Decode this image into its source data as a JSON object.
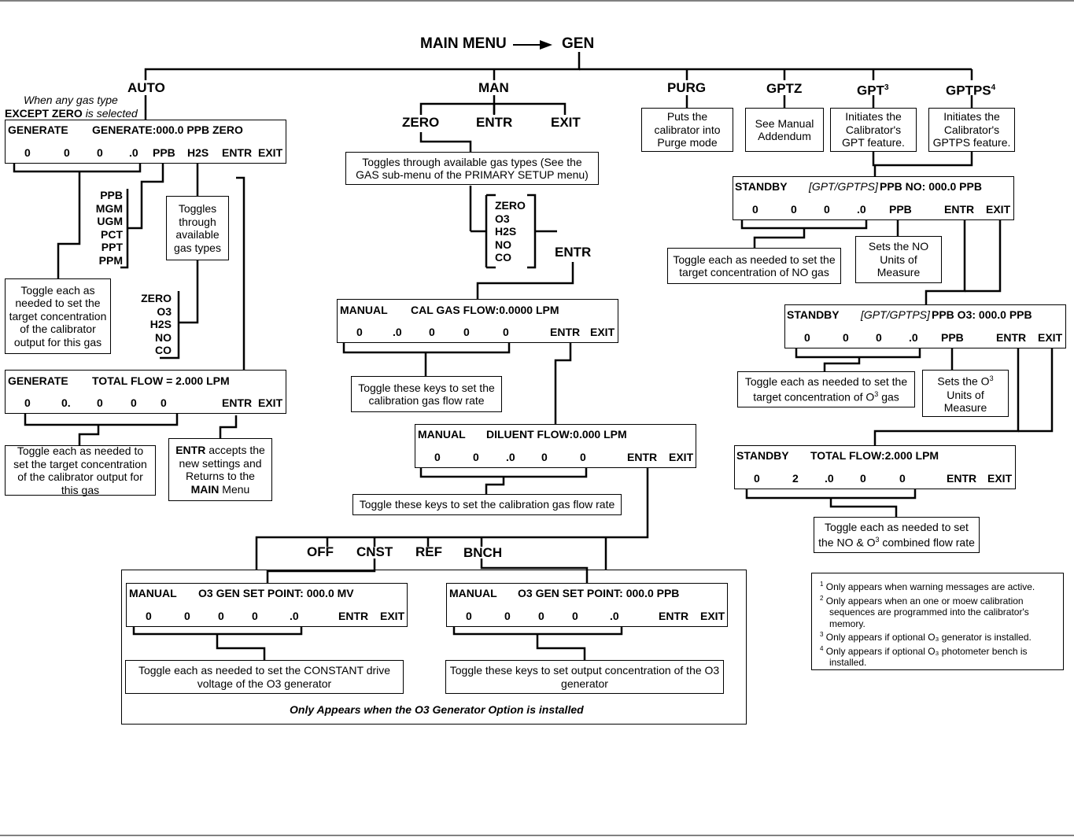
{
  "title": {
    "main_menu": "MAIN MENU",
    "gen": "GEN"
  },
  "branches": {
    "auto": "AUTO",
    "man": "MAN",
    "purg": "PURG",
    "gptz": "GPTZ",
    "gpt": "GPT",
    "gpt_sup": "3",
    "gptps": "GPTPS",
    "gptps_sup": "4"
  },
  "auto": {
    "note_line1": "When any gas type",
    "note_line2": "EXCEPT ZERO",
    "note_line3": "is selected",
    "screen1": {
      "left": "GENERATE",
      "right": "GENERATE:000.0 PPB  ZERO",
      "keys": [
        "0",
        "0",
        "0",
        ".0",
        "PPB",
        "H2S",
        "ENTR",
        "EXIT"
      ]
    },
    "units": [
      "PPB",
      "MGM",
      "UGM",
      "PCT",
      "PPT",
      "PPM"
    ],
    "gases": [
      "ZERO",
      "O3",
      "H2S",
      "NO",
      "CO"
    ],
    "toggle_gas": "Toggles through available gas types",
    "toggle_conc": "Toggle each as needed to set the target concentration of the calibrator output for this gas",
    "screen2": {
      "left": "GENERATE",
      "right": "TOTAL FLOW = 2.000 LPM",
      "keys": [
        "0",
        "0.",
        "0",
        "0",
        "0",
        "ENTR",
        "EXIT"
      ]
    },
    "toggle_conc2": "Toggle each as needed to set the target concentration of the calibrator output for this gas",
    "entr_bold": "ENTR",
    "entr_text1": " accepts the new settings and Returns to the ",
    "entr_main": "MAIN",
    "entr_text2": " Menu"
  },
  "man": {
    "sub": [
      "ZERO",
      "ENTR",
      "EXIT"
    ],
    "toggle_gas": "Toggles through available gas types (See the GAS sub-menu of the PRIMARY SETUP menu)",
    "gases": [
      "ZERO",
      "O3",
      "H2S",
      "NO",
      "CO"
    ],
    "entr": "ENTR",
    "screen1": {
      "left": "MANUAL",
      "right": "CAL GAS FLOW:0.0000 LPM",
      "keys": [
        "0",
        ".0",
        "0",
        "0",
        "0",
        "ENTR",
        "EXIT"
      ]
    },
    "toggle_flow": "Toggle these keys to set the calibration gas flow rate",
    "screen2": {
      "left": "MANUAL",
      "right": "DILUENT FLOW:0.000 LPM",
      "keys": [
        "0",
        "0",
        ".0",
        "0",
        "0",
        "ENTR",
        "EXIT"
      ]
    },
    "toggle_flow2": "Toggle these keys to set the calibration gas flow rate",
    "o3_opts": [
      "OFF",
      "CNST",
      "REF",
      "BNCH"
    ],
    "screen3": {
      "left": "MANUAL",
      "right": "O3 GEN SET POINT: 000.0 MV",
      "keys": [
        "0",
        "0",
        "0",
        "0",
        ".0",
        "ENTR",
        "EXIT"
      ]
    },
    "toggle_cnst": "Toggle each as needed to set the CONSTANT drive voltage of the O3 generator",
    "screen4": {
      "left": "MANUAL",
      "right": "O3 GEN SET POINT: 000.0 PPB",
      "keys": [
        "0",
        "0",
        "0",
        "0",
        ".0",
        "ENTR",
        "EXIT"
      ]
    },
    "toggle_out": "Toggle these keys to set output concentration of the O3 generator",
    "o3_note": "Only Appears when the O3 Generator Option is installed"
  },
  "purg_text": "Puts the calibrator into Purge mode",
  "gptz_text": "See Manual Addendum",
  "gpt_text": "Initiates the Calibrator's GPT feature.",
  "gptps_text": "Initiates the Calibrator's GPTPS feature.",
  "gpt": {
    "screen1": {
      "left": "STANDBY",
      "mid": "[GPT/GPTPS]",
      "right": "PPB NO: 000.0 PPB",
      "keys": [
        "0",
        "0",
        "0",
        ".0",
        "PPB",
        "ENTR",
        "EXIT"
      ]
    },
    "toggle_no": "Toggle each as needed to set the target concentration of NO gas",
    "no_units": "Sets the NO Units of Measure",
    "screen2": {
      "left": "STANDBY",
      "mid": "[GPT/GPTPS]",
      "right": "PPB O3: 000.0 PPB",
      "keys": [
        "0",
        "0",
        "0",
        ".0",
        "PPB",
        "ENTR",
        "EXIT"
      ]
    },
    "toggle_o3_a": "Toggle each as needed to set the target concentration of O",
    "toggle_o3_sup": "3",
    "toggle_o3_b": " gas",
    "o3_units_a": "Sets the O",
    "o3_units_sup": "3",
    "o3_units_b": " Units of Measure",
    "screen3": {
      "left": "STANDBY",
      "right": "TOTAL FLOW:2.000 LPM",
      "keys": [
        "0",
        "2",
        ".0",
        "0",
        "0",
        "ENTR",
        "EXIT"
      ]
    },
    "toggle_flow_a": "Toggle each as needed to set the  NO & O",
    "toggle_flow_sup": "3",
    "toggle_flow_b": " combined flow rate"
  },
  "footnotes": [
    {
      "n": "1",
      "text": "Only appears when warning messages are active."
    },
    {
      "n": "2",
      "text": "Only appears when an one or moew calibration sequences are programmed into the calibrator's memory."
    },
    {
      "n": "3",
      "text": "Only appears if optional O₃ generator is installed."
    },
    {
      "n": "4",
      "text": "Only appears if optional O₃ photometer bench is installed."
    }
  ]
}
